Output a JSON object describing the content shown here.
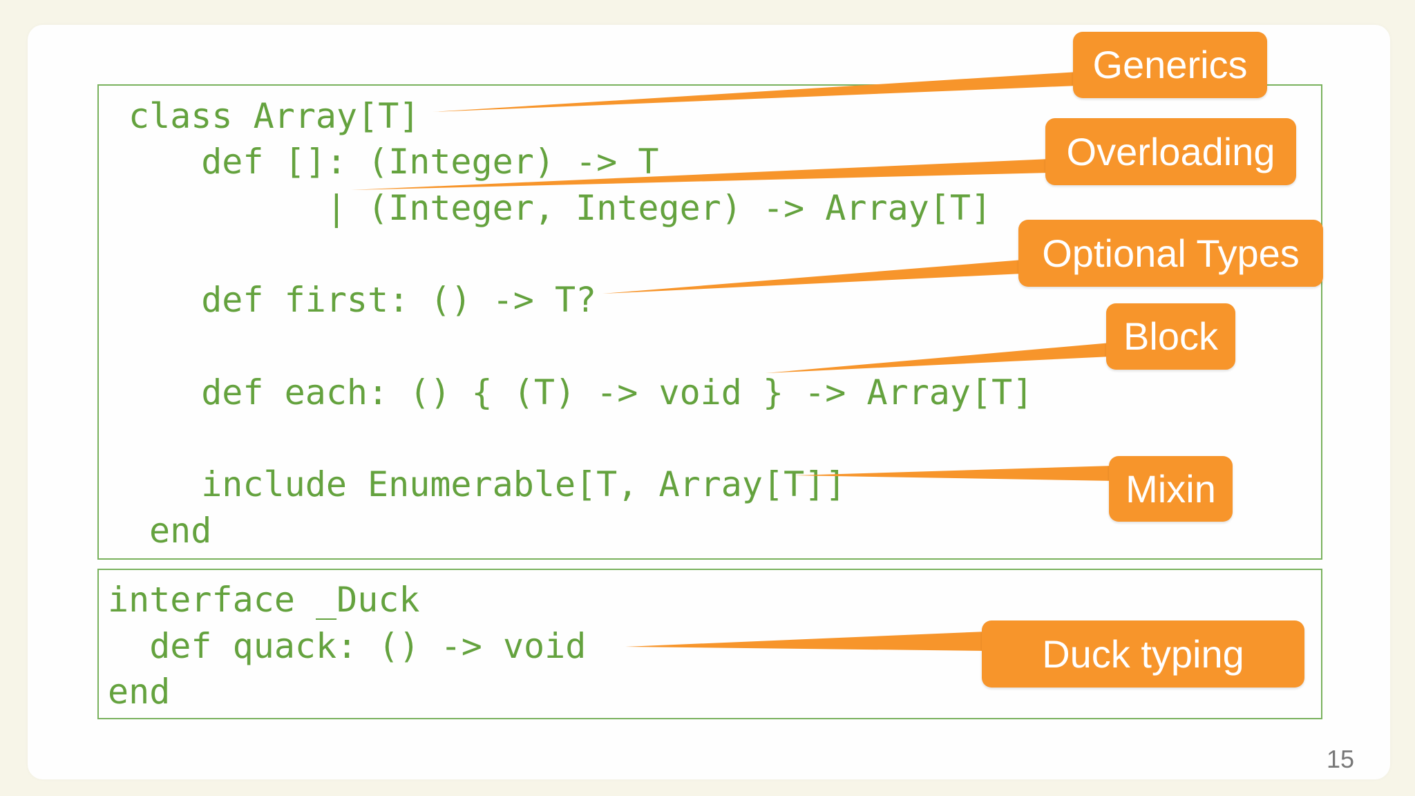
{
  "code_class": {
    "lines": [
      "class Array[T]",
      "  def []: (Integer) -> T",
      "        | (Integer, Integer) -> Array[T]",
      "",
      "  def first: () -> T?",
      "",
      "  def each: () { (T) -> void } -> Array[T]",
      "",
      "  include Enumerable[T, Array[T]]",
      "end"
    ]
  },
  "code_interface": {
    "lines": [
      "interface _Duck",
      "  def quack: () -> void",
      "end"
    ]
  },
  "callouts": {
    "generics": "Generics",
    "overloading": "Overloading",
    "optional_types": "Optional Types",
    "block": "Block",
    "mixin": "Mixin",
    "duck_typing": "Duck typing"
  },
  "page_number": "15",
  "colors": {
    "code_text": "#64a23e",
    "box_border": "#79b15d",
    "callout": "#f7952b",
    "slide_bg": "#fefefe",
    "page_bg": "#f7f5e8"
  }
}
